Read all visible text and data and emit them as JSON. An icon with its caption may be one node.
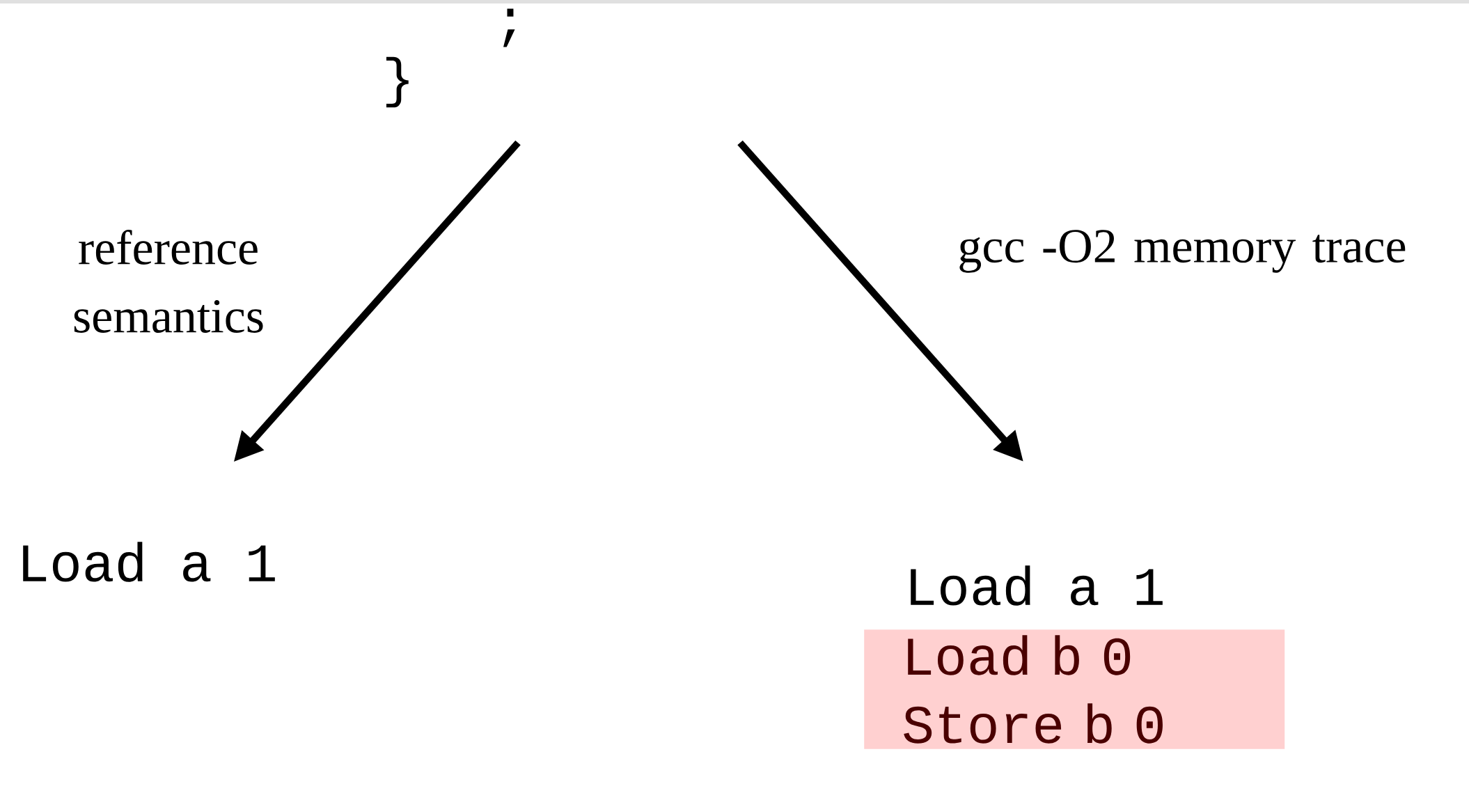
{
  "diagram": {
    "nodes": [
      {
        "text": [
          "Load a 1"
        ]
      },
      {
        "text": [
          "Load a 1"
        ]
      },
      {
        "text": [
          "Load b 0",
          "Store b 0"
        ]
      }
    ],
    "edges": [
      {
        "from": null,
        "to": 0,
        "arrow": "to",
        "label": "reference semantics"
      },
      {
        "from": null,
        "to": 1,
        "arrow": "to",
        "label": "gcc -O2 memory trace"
      }
    ],
    "labels": [
      ";",
      "}"
    ]
  }
}
